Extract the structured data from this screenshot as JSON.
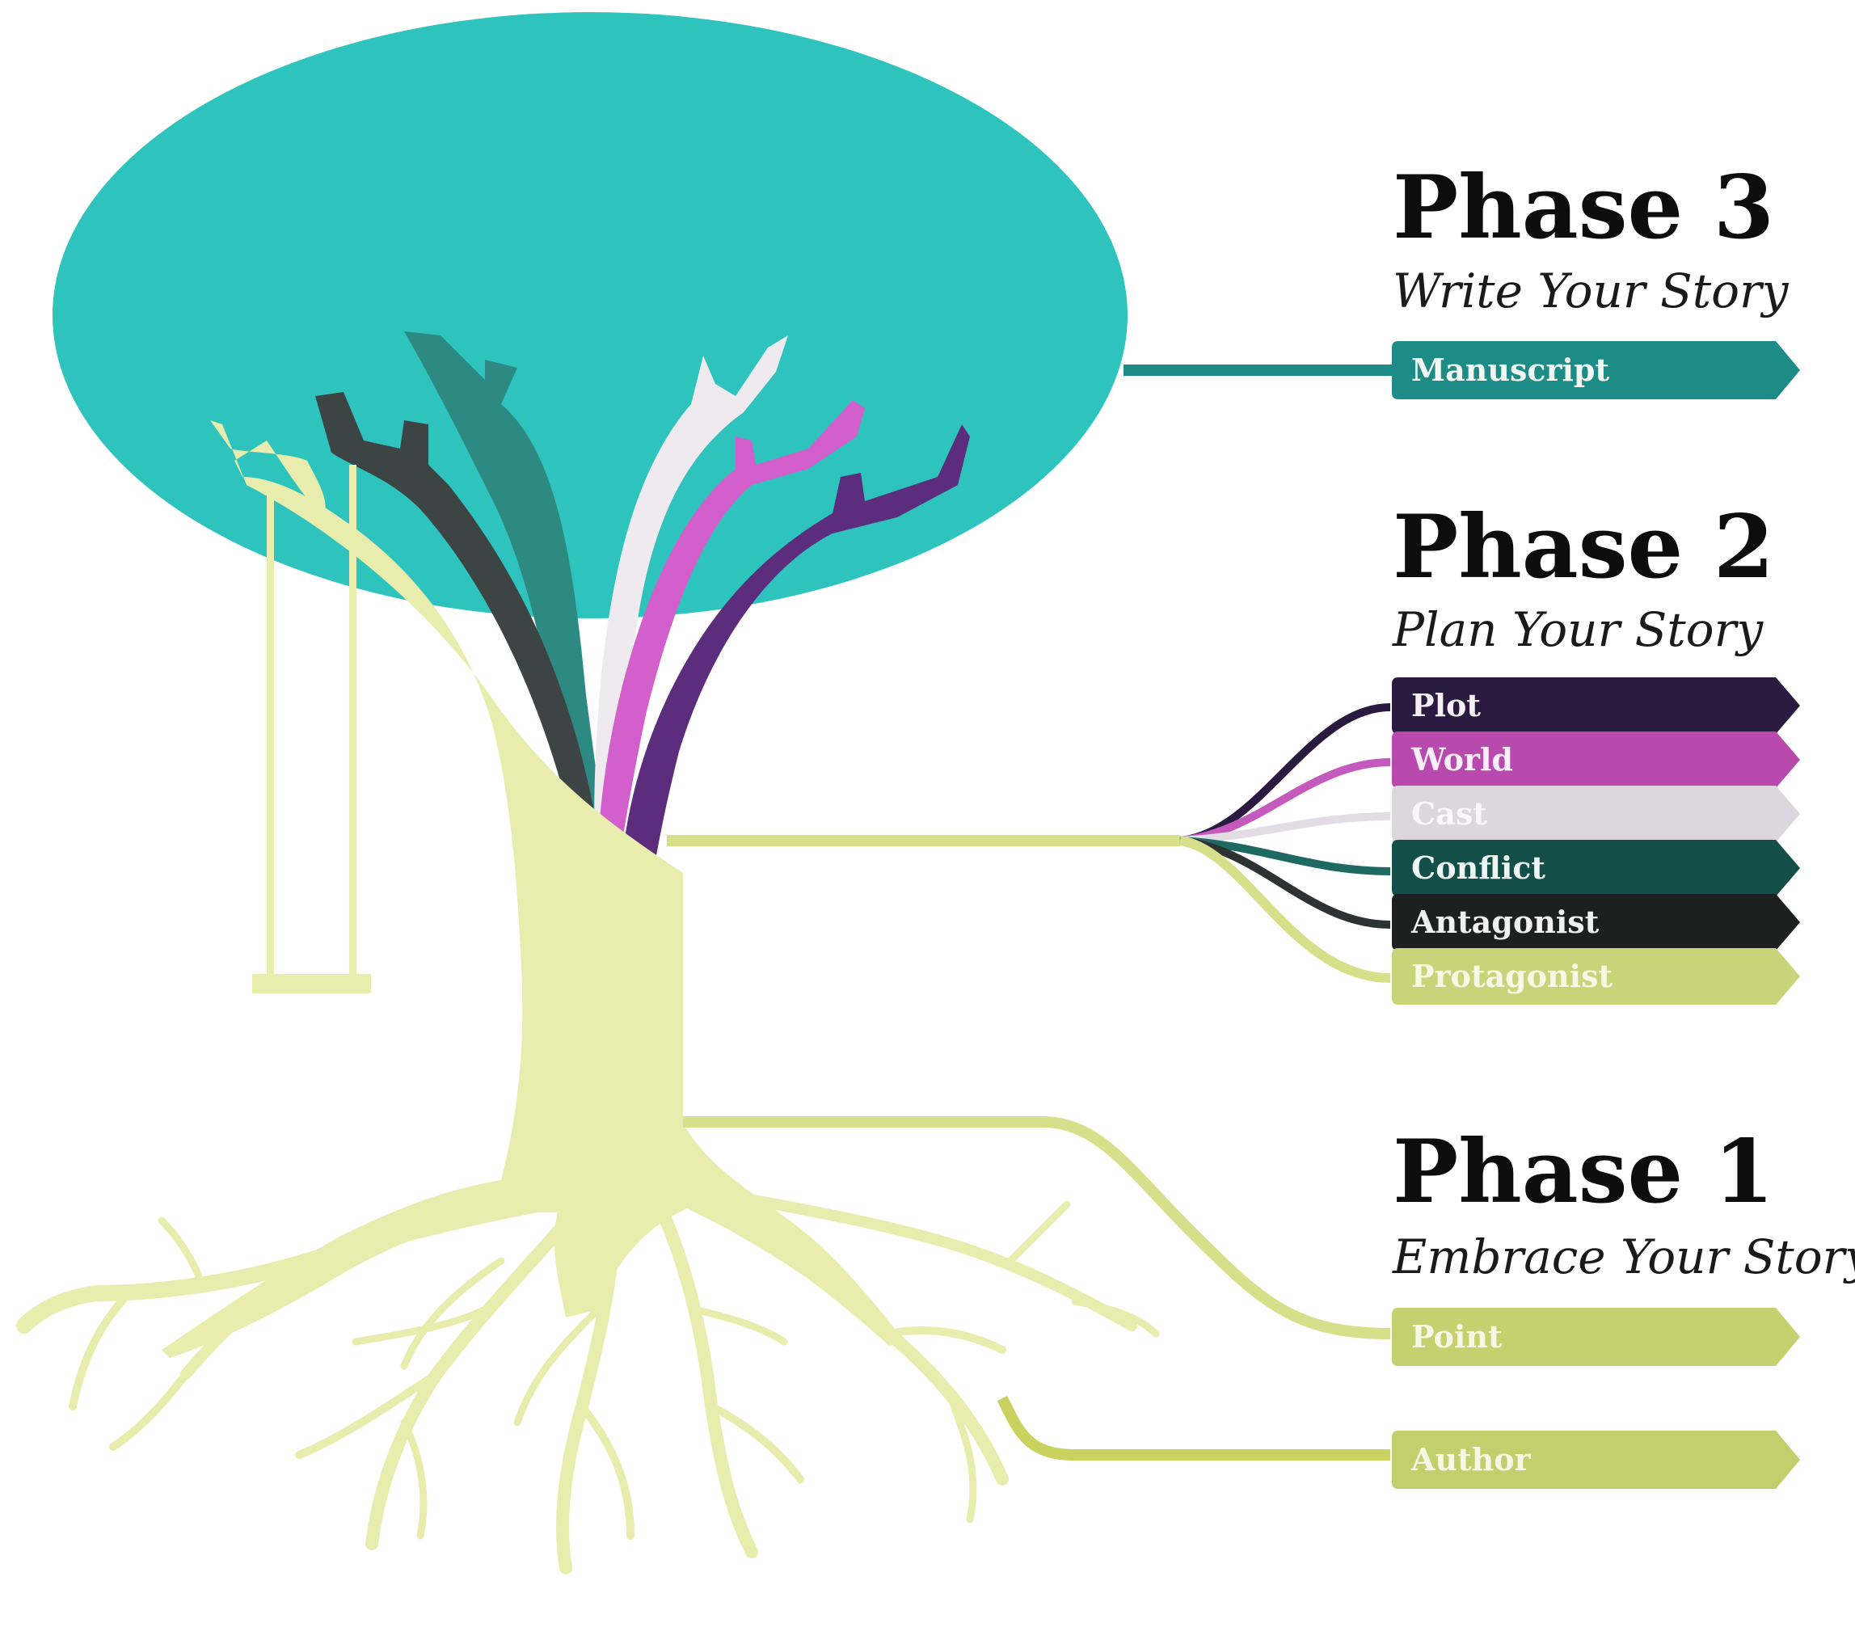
{
  "phases": [
    {
      "title": "Phase 3",
      "subtitle": "Write Your Story",
      "tags": [
        {
          "label": "Manuscript",
          "color": "#1e8c86",
          "text_color": "#f2f7f2"
        }
      ]
    },
    {
      "title": "Phase 2",
      "subtitle": "Plan Your Story",
      "tags": [
        {
          "label": "Plot",
          "color": "#2b1a3f",
          "text_color": "#f4f0f4"
        },
        {
          "label": "World",
          "color": "#b84aae",
          "text_color": "#faeefa"
        },
        {
          "label": "Cast",
          "color": "#dcd6de",
          "text_color": "#f8f6f8"
        },
        {
          "label": "Conflict",
          "color": "#134e48",
          "text_color": "#eef6f4"
        },
        {
          "label": "Antagonist",
          "color": "#1e2020",
          "text_color": "#f0f0f0"
        },
        {
          "label": "Protagonist",
          "color": "#c9d47a",
          "text_color": "#f6f8e6"
        }
      ]
    },
    {
      "title": "Phase 1",
      "subtitle": "Embrace Your Story",
      "tags": [
        {
          "label": "Point",
          "color": "#c5d06e",
          "text_color": "#f6f8e6"
        },
        {
          "label": "Author",
          "color": "#c3ce6c",
          "text_color": "#f6f8e6"
        }
      ]
    }
  ],
  "colors": {
    "canopy": "#2ec4bd",
    "trunk": "#e8ecac",
    "branch_light": "#eeeaf0",
    "branch_magenta": "#d25fcb",
    "branch_purple": "#5c2d7c",
    "branch_teal": "#2d8a82",
    "branch_dark": "#3d4444",
    "connector_teal": "#1e8c86",
    "connector_green": "#d8df8a"
  }
}
